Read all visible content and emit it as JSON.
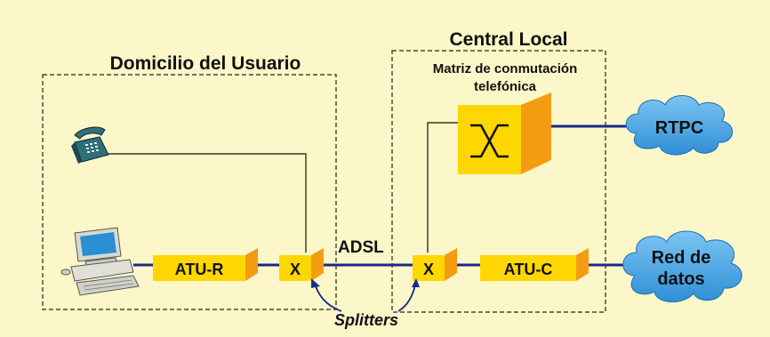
{
  "regions": {
    "user_home": "Domicilio del Usuario",
    "central_office": "Central Local"
  },
  "switch_matrix": {
    "line1": "Matriz de conmutación",
    "line2": "telefónica"
  },
  "devices": {
    "atu_r": "ATU-R",
    "atu_c": "ATU-C",
    "splitter_home": "X",
    "splitter_central": "X"
  },
  "link_label": "ADSL",
  "splitters_label": "Splitters",
  "clouds": {
    "pstn": "RTPC",
    "data_line1": "Red de",
    "data_line2": "datos"
  },
  "icons": {
    "phone": "telephone-icon",
    "computer": "computer-icon"
  },
  "colors": {
    "background": "#fbf7c8",
    "device_front": "#ffd700",
    "device_side": "#f39c12",
    "cloud": "#4aa8e4",
    "line": "#1a2a8a"
  }
}
